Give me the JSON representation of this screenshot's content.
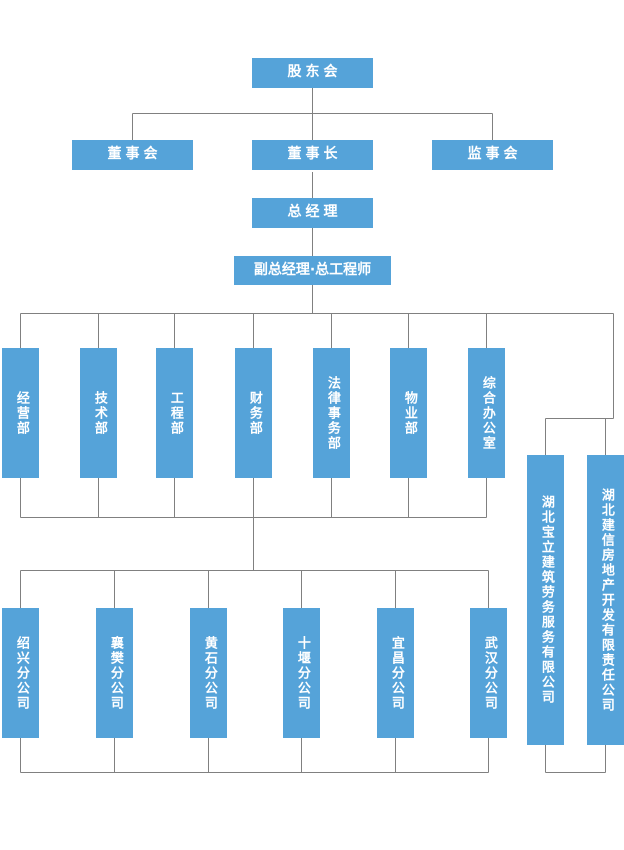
{
  "chart_data": {
    "type": "diagram",
    "title": "",
    "diagram_kind": "organizational-chart",
    "orientation": "top-down",
    "colors": {
      "node_fill": "#55a3d9",
      "node_text": "#ffffff",
      "connector_line": "#808080",
      "background": "#ffffff"
    },
    "levels": [
      {
        "level": 1,
        "nodes": [
          {
            "id": "shareholders",
            "label": "股东会"
          }
        ]
      },
      {
        "level": 2,
        "nodes": [
          {
            "id": "board",
            "label": "董事会"
          },
          {
            "id": "chairman",
            "label": "董事长"
          },
          {
            "id": "supervisors",
            "label": "监事会"
          }
        ]
      },
      {
        "level": 3,
        "nodes": [
          {
            "id": "gm",
            "label": "总经理"
          }
        ]
      },
      {
        "level": 4,
        "nodes": [
          {
            "id": "dgm",
            "label": "副总经理·总工程师"
          }
        ]
      },
      {
        "level": 5,
        "nodes": [
          {
            "id": "dept-operations",
            "label": "经营部"
          },
          {
            "id": "dept-technology",
            "label": "技术部"
          },
          {
            "id": "dept-engineering",
            "label": "工程部"
          },
          {
            "id": "dept-finance",
            "label": "财务部"
          },
          {
            "id": "dept-legal",
            "label": "法律事务部"
          },
          {
            "id": "dept-property",
            "label": "物业部"
          },
          {
            "id": "dept-general-office",
            "label": "综合办公室"
          }
        ]
      },
      {
        "level": 6,
        "nodes": [
          {
            "id": "branch-shaoxing",
            "label": "绍兴分公司"
          },
          {
            "id": "branch-xiangfan",
            "label": "襄樊分公司"
          },
          {
            "id": "branch-huangshi",
            "label": "黄石分公司"
          },
          {
            "id": "branch-shiyan",
            "label": "十堰分公司"
          },
          {
            "id": "branch-yichang",
            "label": "宜昌分公司"
          },
          {
            "id": "branch-wuhan",
            "label": "武汉分公司"
          }
        ]
      },
      {
        "level": "subsidiaries",
        "nodes": [
          {
            "id": "sub-baoli",
            "label": "湖北宝立建筑劳务服务有限公司"
          },
          {
            "id": "sub-jianxin",
            "label": "湖北建信房地产开发有限责任公司"
          }
        ]
      }
    ]
  },
  "nodes": {
    "shareholders": "股东会",
    "board": "董事会",
    "chairman": "董事长",
    "supervisors": "监事会",
    "gm": "总经理",
    "dgm": "副总经理·总工程师",
    "dept_operations": "经营部",
    "dept_technology": "技术部",
    "dept_engineering": "工程部",
    "dept_finance": "财务部",
    "dept_legal": "法律事务部",
    "dept_property": "物业部",
    "dept_general_office": "综合办公室",
    "branch_shaoxing": "绍兴分公司",
    "branch_xiangfan": "襄樊分公司",
    "branch_huangshi": "黄石分公司",
    "branch_shiyan": "十堰分公司",
    "branch_yichang": "宜昌分公司",
    "branch_wuhan": "武汉分公司",
    "sub_baoli": "湖北宝立建筑劳务服务有限公司",
    "sub_jianxin": "湖北建信房地产开发有限责任公司"
  }
}
